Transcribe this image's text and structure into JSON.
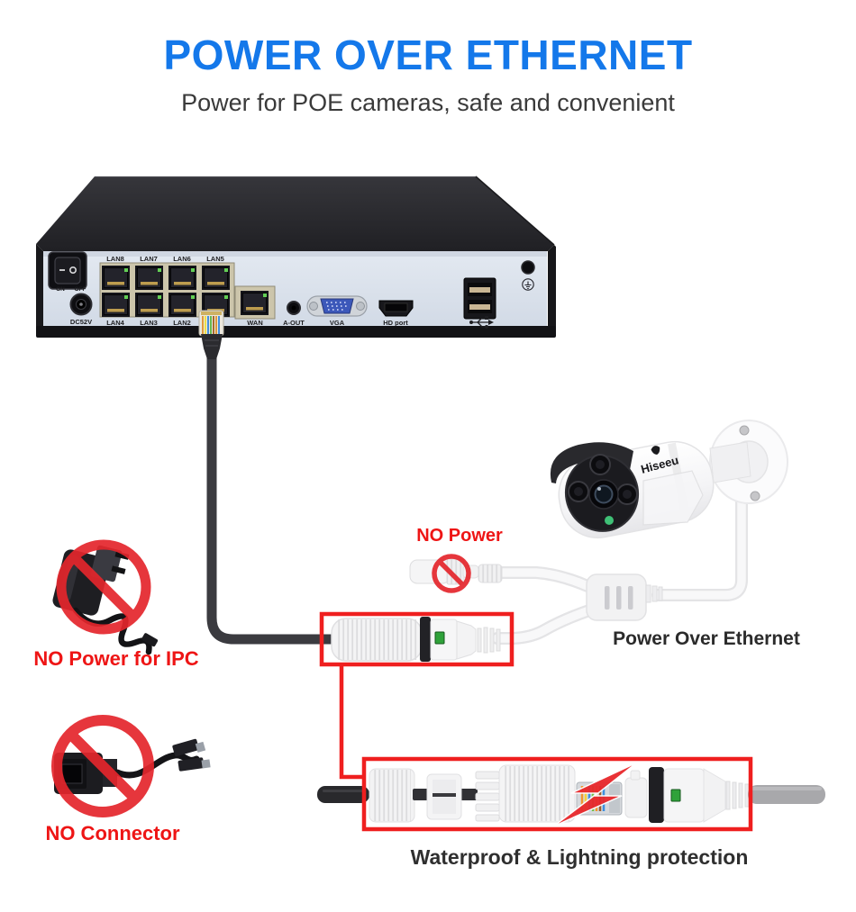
{
  "header": {
    "title": "POWER OVER ETHERNET",
    "subtitle": "Power for POE cameras, safe and convenient"
  },
  "nvr": {
    "power_on": "ON",
    "power_off": "OFF",
    "dc_label": "DC52V",
    "lan_top": [
      "LAN8",
      "LAN7",
      "LAN6",
      "LAN5"
    ],
    "lan_bottom": [
      "LAN4",
      "LAN3",
      "LAN2"
    ],
    "wan_label": "WAN",
    "audio_label": "A-OUT",
    "vga_label": "VGA",
    "hdmi_label": "HD port"
  },
  "camera": {
    "brand": "Hiseeu"
  },
  "annotations": {
    "no_power": "NO Power",
    "poe": "Power Over Ethernet",
    "no_power_ipc": "NO Power for IPC",
    "no_connector": "NO Connector",
    "waterproof": "Waterproof & Lightning protection"
  },
  "colors": {
    "title_blue": "#1478ea",
    "alert_red": "#ee1c1c",
    "highlight_box_red": "#ef1f1f",
    "prohibition_red": "#e4262c",
    "led_green": "#2fa23a",
    "nvr_panel": "#d9e0ea"
  }
}
